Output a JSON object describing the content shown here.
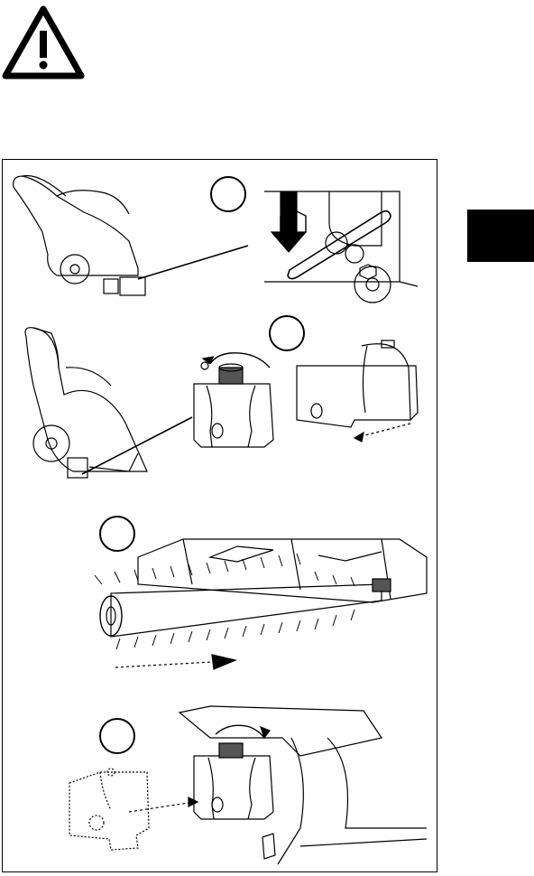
{
  "page": {
    "warning_symbol": "warning-triangle-icon",
    "section_tab_color": "#000000",
    "figure": {
      "steps": [
        {
          "marker": "step-1-circle",
          "content": "lock-lever-pressed-down"
        },
        {
          "marker": "step-2-circle",
          "content": "unscrew-knob-remove-cover"
        },
        {
          "marker": "step-3-circle",
          "content": "slide-out-brush-roller"
        },
        {
          "marker": "step-4-circle",
          "content": "refit-cover-tighten-knob"
        }
      ]
    }
  }
}
